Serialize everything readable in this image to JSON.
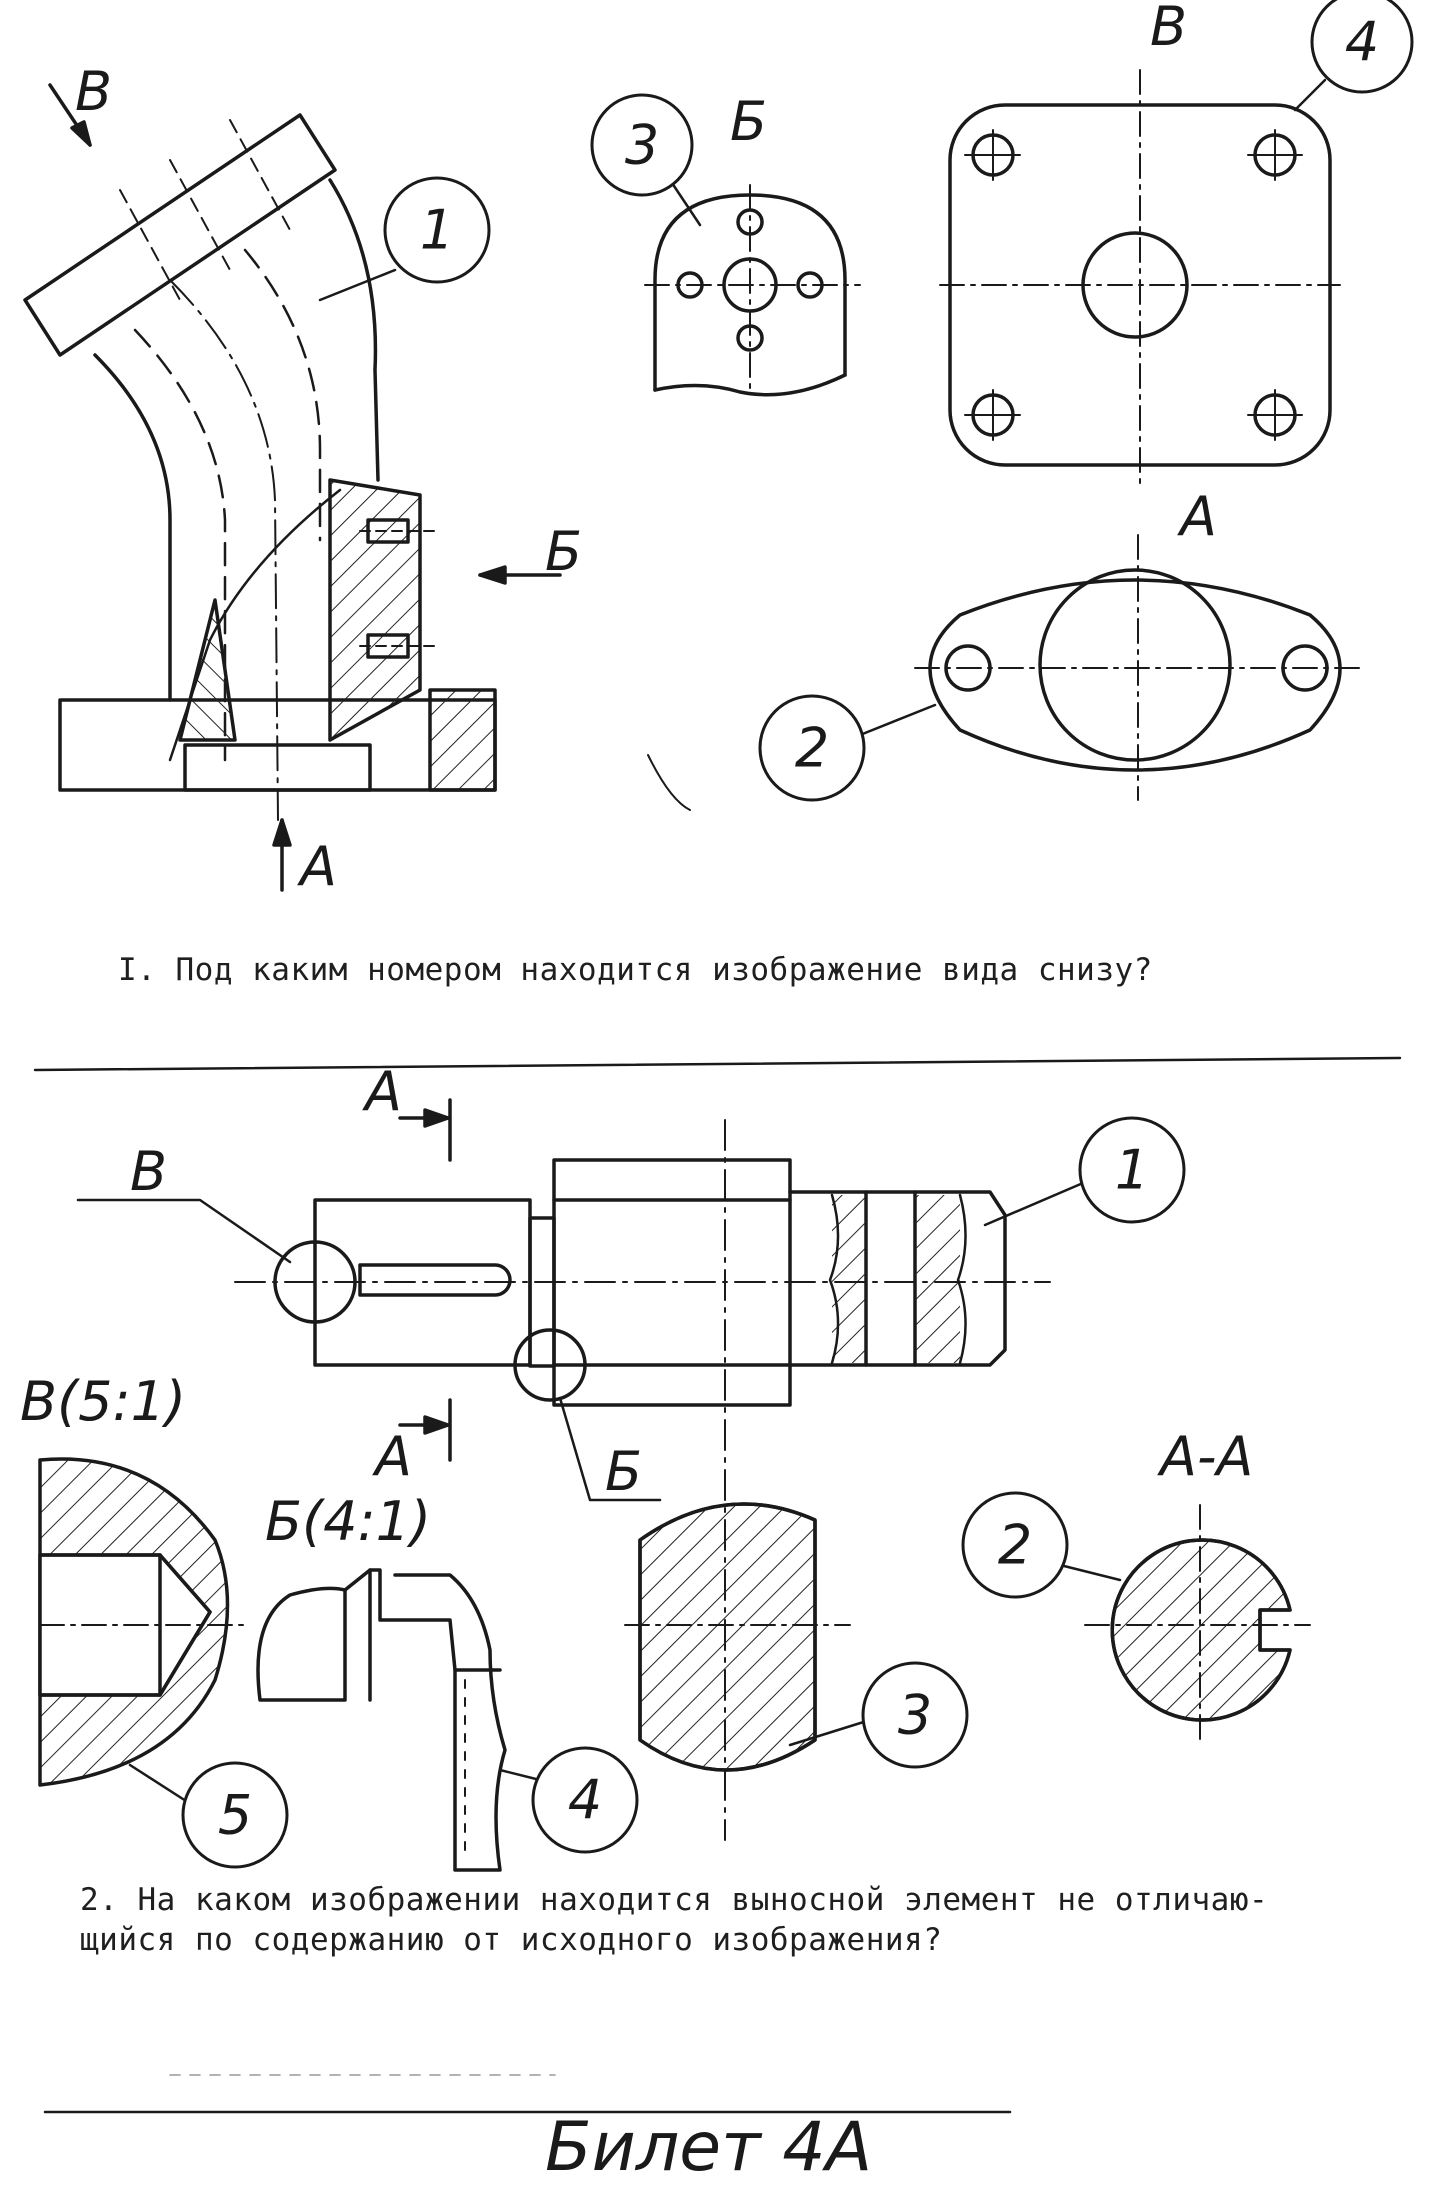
{
  "sheet": {
    "ticket_label": "Билет 4А"
  },
  "task1": {
    "question": "I. Под каким номером находится изображение вида снизу?",
    "view_labels": {
      "v": "В",
      "b": "Б",
      "a": "А",
      "b_arrow": "Б",
      "a_arrow": "А",
      "v_arrow": "В"
    },
    "callouts": [
      "1",
      "2",
      "3",
      "4"
    ]
  },
  "task2": {
    "question_line1": "2. На каком изображении находится выносной элемент не отличаю-",
    "question_line2": "щийся по содержанию от исходного изображения?",
    "labels": {
      "a_top": "А",
      "a_bottom": "А",
      "v_mark": "В",
      "b_mark": "Б",
      "v_scale": "В(5:1)",
      "b_scale": "Б(4:1)",
      "section_aa": "А-А"
    },
    "callouts": [
      "1",
      "2",
      "3",
      "4",
      "5"
    ]
  }
}
